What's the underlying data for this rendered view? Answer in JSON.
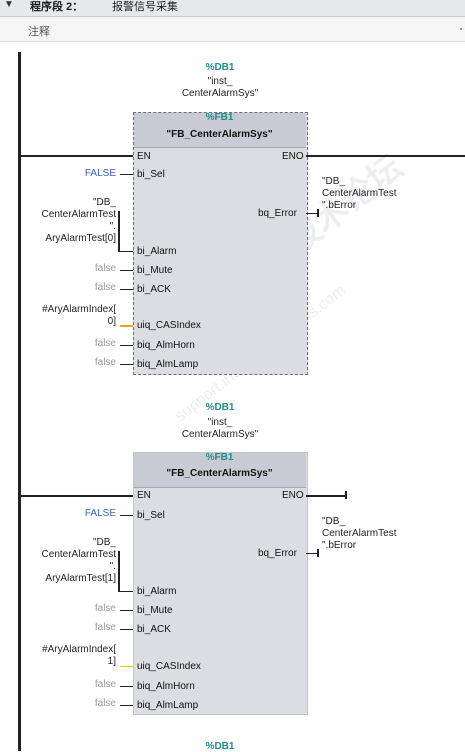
{
  "network": {
    "title": "程序段 2：",
    "subtitle": "报警信号采集",
    "comment_label": "注释"
  },
  "blocks": [
    {
      "instance_db": "%DB1",
      "instance_name_1": "\"inst_",
      "instance_name_2": "CenterAlarmSys\"",
      "fb_number": "%FB1",
      "fb_name": "\"FB_CenterAlarmSys\"",
      "pin_en": "EN",
      "pin_eno": "ENO",
      "pin_bi_sel": "bi_Sel",
      "val_bi_sel": "FALSE",
      "alarm_op_1": "\"DB_",
      "alarm_op_2": "CenterAlarmTest",
      "alarm_op_3": "\".",
      "alarm_op_4": "AryAlarmTest[0]",
      "pin_bi_alarm": "bi_Alarm",
      "pin_bi_mute": "bi_Mute",
      "val_bi_mute": "false",
      "pin_bi_ack": "bi_ACK",
      "val_bi_ack": "false",
      "idx_op_1": "#AryAlarmIndex[",
      "idx_op_2": "0]",
      "pin_uiq": "uiq_CASIndex",
      "pin_horn": "biq_AlmHorn",
      "val_horn": "false",
      "pin_lamp": "biq_AlmLamp",
      "val_lamp": "false",
      "pin_bq_error": "bq_Error",
      "out_op_1": "\"DB_",
      "out_op_2": "CenterAlarmTest",
      "out_op_3": "\".bError"
    },
    {
      "instance_db": "%DB1",
      "instance_name_1": "\"inst_",
      "instance_name_2": "CenterAlarmSys\"",
      "fb_number": "%FB1",
      "fb_name": "\"FB_CenterAlarmSys\"",
      "pin_en": "EN",
      "pin_eno": "ENO",
      "pin_bi_sel": "bi_Sel",
      "val_bi_sel": "FALSE",
      "alarm_op_1": "\"DB_",
      "alarm_op_2": "CenterAlarmTest",
      "alarm_op_3": "\".",
      "alarm_op_4": "AryAlarmTest[1]",
      "pin_bi_alarm": "bi_Alarm",
      "pin_bi_mute": "bi_Mute",
      "val_bi_mute": "false",
      "pin_bi_ack": "bi_ACK",
      "val_bi_ack": "false",
      "idx_op_1": "#AryAlarmIndex[",
      "idx_op_2": "1]",
      "pin_uiq": "uiq_CASIndex",
      "pin_horn": "biq_AlmHorn",
      "val_horn": "false",
      "pin_lamp": "biq_AlmLamp",
      "val_lamp": "false",
      "pin_bq_error": "bq_Error",
      "out_op_1": "\"DB_",
      "out_op_2": "CenterAlarmTest",
      "out_op_3": "\".bError"
    }
  ],
  "next_block_db": "%DB1",
  "colors": {
    "accent_teal": "#1f8e8b",
    "constant_blue": "#3a62b0",
    "wire_orange": "#f2a21c",
    "box_fill": "#dcdde3"
  }
}
